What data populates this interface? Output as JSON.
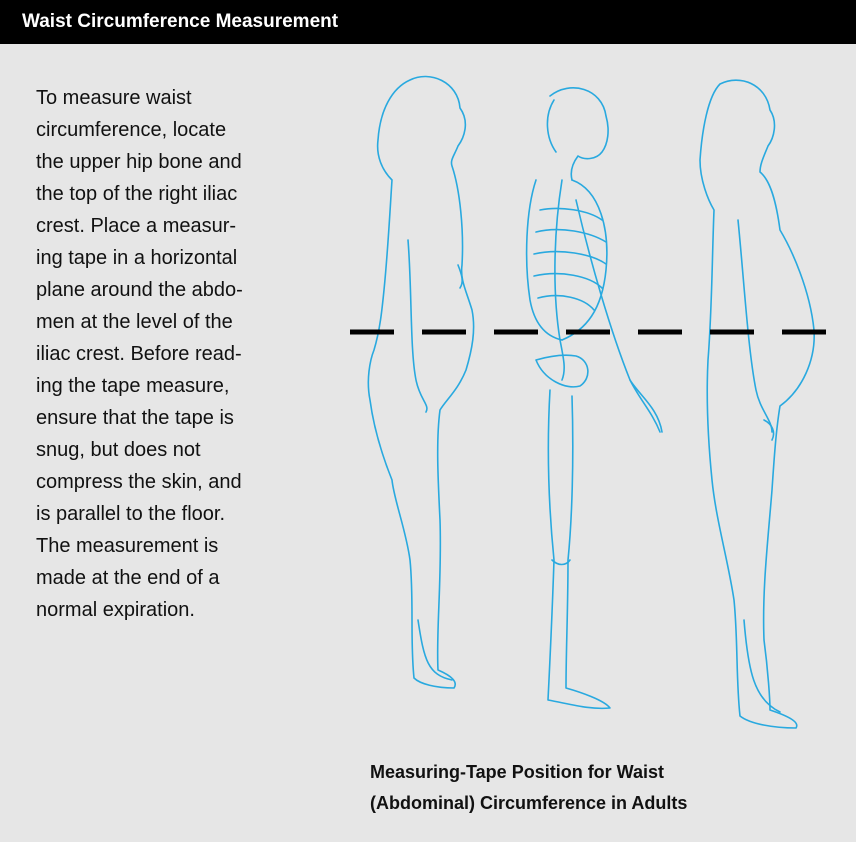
{
  "header": {
    "title": "Waist Circumference Measurement"
  },
  "body_lines": [
    "To measure waist",
    "circumference, locate",
    "the upper hip bone and",
    "the top of the right iliac",
    "crest. Place a measur-",
    "ing tape in a horizontal",
    "plane around the abdo-",
    "men at the level of the",
    "iliac crest. Before read-",
    "ing the tape measure,",
    "ensure that the tape is",
    "snug, but does not",
    "compress the skin, and",
    "is parallel to the floor.",
    "The measurement is",
    "made at the end of a",
    "normal expiration."
  ],
  "caption_lines": [
    "Measuring-Tape Position for Waist",
    "(Abdominal) Circumference in Adults"
  ],
  "colors": {
    "header_bg": "#000000",
    "panel_bg": "#e6e6e6",
    "outline": "#29a9df",
    "tape": "#000000"
  }
}
